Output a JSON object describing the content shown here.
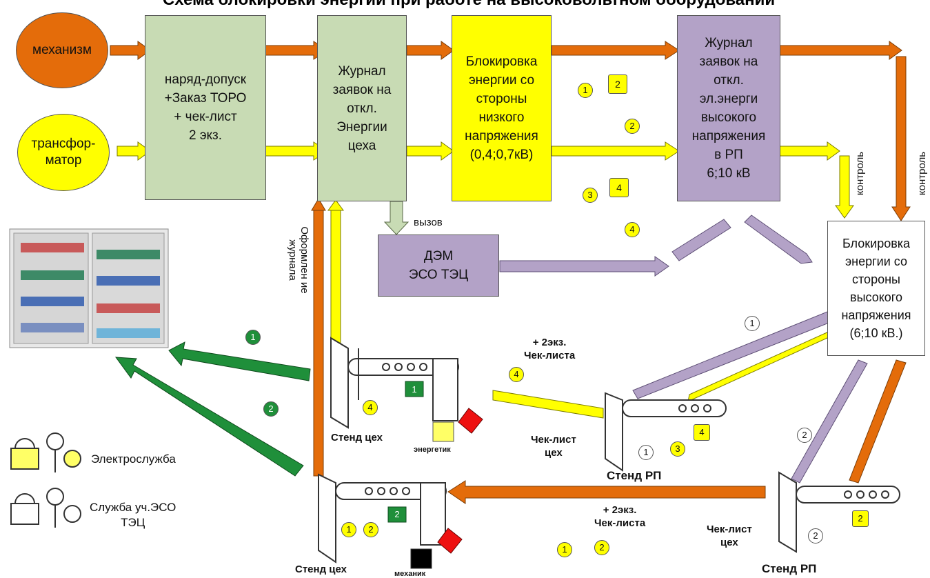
{
  "title": "Схема блокировки энергии при работе на высоковольтном оборудовании",
  "sources": {
    "mechanism": "механизм",
    "transformer": "трансфор-\nматор"
  },
  "boxes": {
    "permit": "наряд-допуск\n+Заказ ТОРО\n+ чек-лист\n2 экз.",
    "shop_log": "Журнал\nзаявок на\nоткл.\nЭнергии\nцеха",
    "low_voltage": "Блокировка\nэнергии со\nстороны\nнизкого\nнапряжения\n(0,4;0,7кВ)",
    "hv_log": "Журнал\nзаявок на\nоткл.\nэл.энерги\nвысокого\nнапряжения\nв РП\n6;10 кВ",
    "dem": "ДЭМ\nЭСО ТЭЦ",
    "hv_lock": "Блокировка\nэнергии со\nстороны\nвысокого\nнапряжения\n(6;10 кВ.)"
  },
  "labels": {
    "call": "вызов",
    "control_1": "контроль",
    "control_2": "контроль",
    "log_registration": "Оформлен ие\nжурнала",
    "checklist_copies_1": "+ 2экз.\nЧек-листа",
    "checklist_copies_2": "+ 2экз.\nЧек-листа",
    "stand_shop_1": "Стенд цех",
    "stand_shop_2": "Стенд цех",
    "stand_rp_1": "Стенд РП",
    "stand_rp_2": "Стенд РП",
    "checklist_shop_1": "Чек-лист\nцех",
    "checklist_shop_2": "Чек-лист\nцех",
    "power_engineer": "энергетик",
    "mechanic": "механик"
  },
  "legend": {
    "electric_service": "Электрослужба",
    "eso_service": "Служба уч.ЭСО\nТЭЦ"
  },
  "keys": {
    "k1": "1",
    "k2": "2",
    "k3": "3",
    "k4": "4"
  },
  "locks": {
    "l2": "2",
    "l4": "4",
    "l1": "1"
  },
  "colors": {
    "orange": "#e46c0a",
    "yellow": "#ffff00",
    "green": "#1f8f3a",
    "lavender": "#b3a2c7",
    "box_green": "#c8dbb4"
  }
}
